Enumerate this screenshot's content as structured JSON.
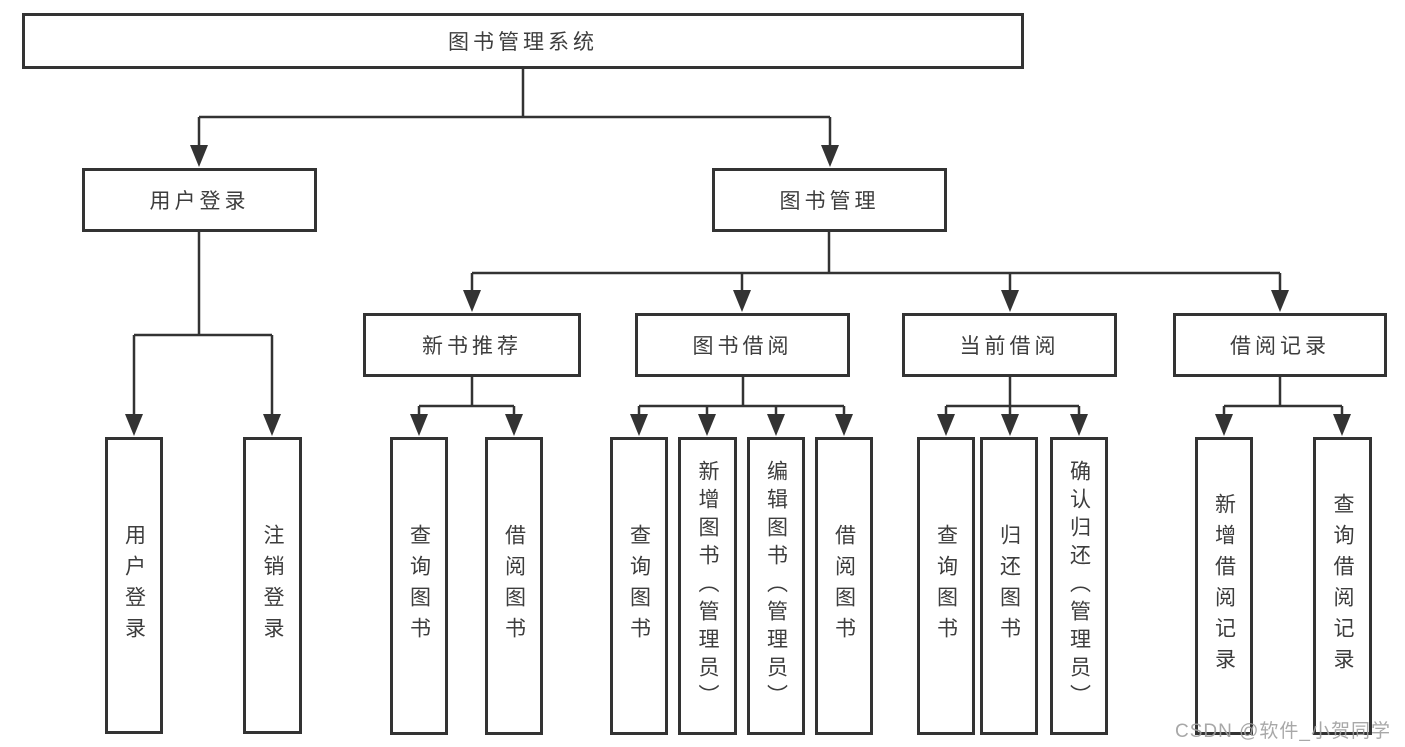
{
  "diagram": {
    "root_label": "图书管理系统",
    "branches": [
      {
        "label": "用户登录",
        "children": [
          {
            "label": "用户登录"
          },
          {
            "label": "注销登录"
          }
        ]
      },
      {
        "label": "图书管理",
        "children": [
          {
            "label": "新书推荐",
            "children": [
              {
                "label": "查询图书"
              },
              {
                "label": "借阅图书"
              }
            ]
          },
          {
            "label": "图书借阅",
            "children": [
              {
                "label": "查询图书"
              },
              {
                "label": "新增图书（管理员）"
              },
              {
                "label": "编辑图书（管理员）"
              },
              {
                "label": "借阅图书"
              }
            ]
          },
          {
            "label": "当前借阅",
            "children": [
              {
                "label": "查询图书"
              },
              {
                "label": "归还图书"
              },
              {
                "label": "确认归还（管理员）"
              }
            ]
          },
          {
            "label": "借阅记录",
            "children": [
              {
                "label": "新增借阅记录"
              },
              {
                "label": "查询借阅记录"
              }
            ]
          }
        ]
      }
    ],
    "colors": {
      "line": "#333333",
      "box_border": "#333333",
      "box_fill": "#ffffff",
      "text": "#3d3d3d",
      "watermark": "#9e9e9e"
    },
    "watermark": "CSDN @软件_小贺同学"
  }
}
